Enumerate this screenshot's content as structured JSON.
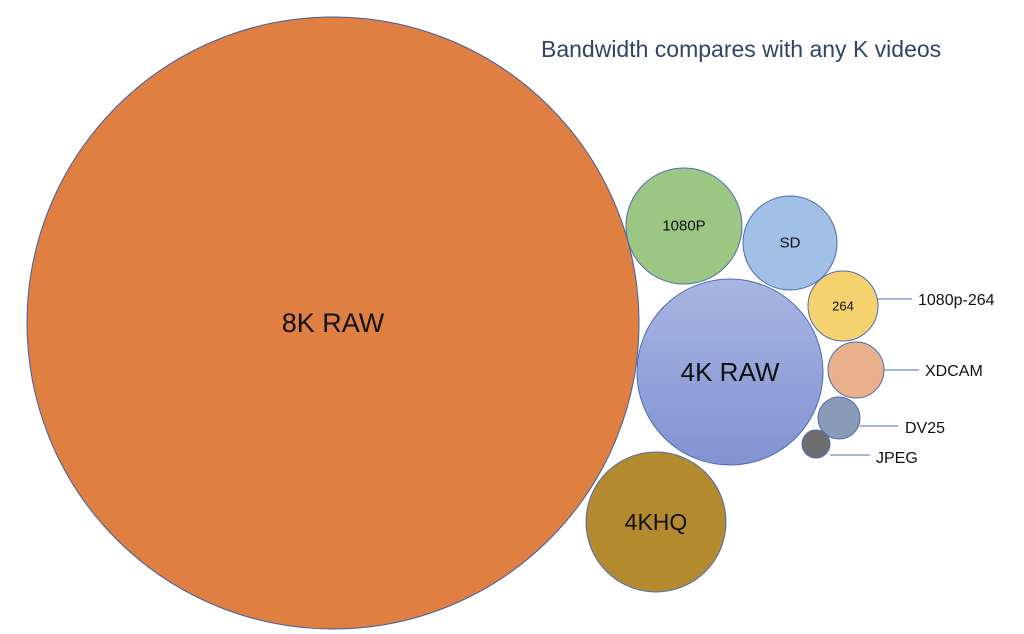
{
  "chart_data": {
    "type": "bubble",
    "title": "Bandwidth compares with any K videos",
    "legend": "none",
    "bubbles": [
      {
        "label": "8K RAW",
        "display": "8K RAW",
        "color": "#e07f42"
      },
      {
        "label": "4K RAW",
        "display": "4K RAW",
        "color": "#8fa0d8"
      },
      {
        "label": "4KHQ",
        "display": "4KHQ",
        "color": "#b38b2e"
      },
      {
        "label": "1080P",
        "display": "1080P",
        "color": "#9cc783"
      },
      {
        "label": "SD",
        "display": "SD",
        "color": "#a2bfe5"
      },
      {
        "label": "1080p-264",
        "display": "264",
        "color": "#f6d26f"
      },
      {
        "label": "XDCAM",
        "display": "",
        "color": "#e8b08b"
      },
      {
        "label": "DV25",
        "display": "",
        "color": "#8a9bb8"
      },
      {
        "label": "JPEG",
        "display": "",
        "color": "#6e6e6e"
      }
    ]
  }
}
